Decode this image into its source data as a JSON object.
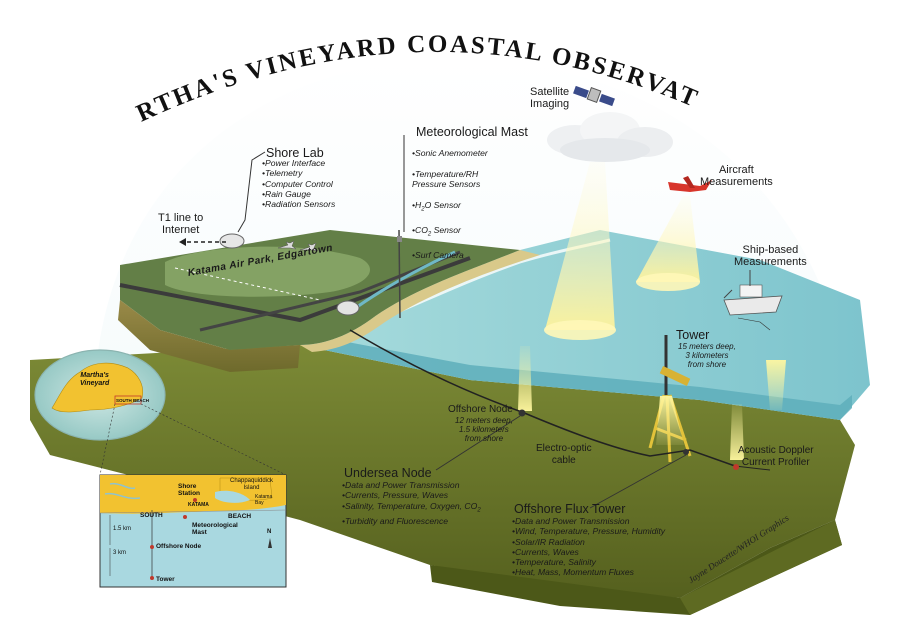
{
  "title": "Martha's Vineyard Coastal Observatory",
  "satellite": {
    "label": "Satellite\nImaging"
  },
  "aircraft": {
    "label": "Aircraft\nMeasurements"
  },
  "ship": {
    "label": "Ship-based\nMeasurements"
  },
  "t1": {
    "label": "T1 line to\nInternet"
  },
  "airpark": {
    "label": "Katama Air Park, Edgartown"
  },
  "shore_lab": {
    "title": "Shore Lab",
    "items": [
      "Power Interface",
      "Telemetry",
      "Computer Control",
      "Rain Gauge",
      "Radiation Sensors"
    ]
  },
  "met_mast": {
    "title": "Meteorological Mast",
    "items": [
      "Sonic Anemometer",
      "Temperature/RH\nPressure Sensors",
      "H2O Sensor",
      "CO2 Sensor",
      "Surf Camera"
    ]
  },
  "tower": {
    "title": "Tower",
    "note": "15 meters deep,\n3 kilometers\nfrom shore"
  },
  "offshore_node": {
    "title": "Offshore Node",
    "note": "12 meters deep,\n1.5 kilometers\nfrom shore"
  },
  "cable": {
    "label": "Electro-optic\ncable"
  },
  "adcp": {
    "label": "Acoustic Doppler\nCurrent Profiler"
  },
  "undersea_node": {
    "title": "Undersea Node",
    "items": [
      "Data and Power Transmission",
      "Currents, Pressure, Waves",
      "Salinity, Temperature, Oxygen, CO2",
      "Turbidity and Fluorescence"
    ]
  },
  "flux_tower": {
    "title": "Offshore Flux Tower",
    "items": [
      "Data and Power Transmission",
      "Wind, Temperature, Pressure, Humidity",
      "Solar/IR Radiation",
      "Currents, Waves",
      "Temperature, Salinity",
      "Heat, Mass, Momentum Fluxes"
    ]
  },
  "credit": "Jayne Doucette/WHOI Graphics",
  "locator": {
    "island": "Martha's\nVineyard",
    "beach": "SOUTH BEACH"
  },
  "inset": {
    "chappaquiddick": "Chappaquiddick\nIsland",
    "shore_station": "Shore\nStation",
    "katama": "KATAMA",
    "katama_bay": "Katama\nBay",
    "south": "SOUTH",
    "beach": "BEACH",
    "met_mast": "Meteorological\nMast",
    "offshore_node": "Offshore Node",
    "tower": "Tower",
    "dist1": "1.5 km",
    "dist2": "3 km",
    "north": "N"
  },
  "colors": {
    "water": "#8fcfd3",
    "land": "#5d7b46",
    "sediment": "#6f7a2e",
    "inset_land": "#f2c230",
    "inset_water": "#a9d8e0"
  }
}
